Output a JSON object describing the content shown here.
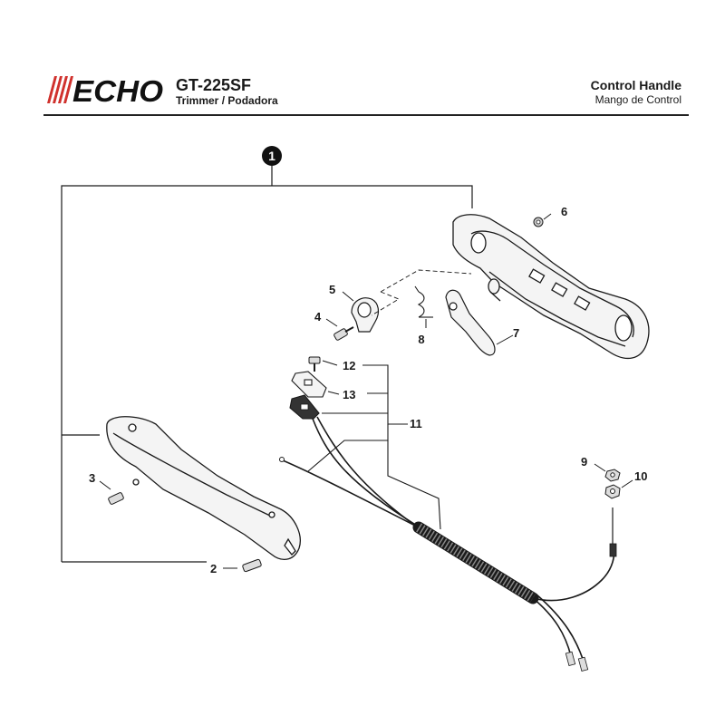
{
  "header": {
    "brand": "ECHO",
    "model": "GT-225SF",
    "subtitle": "Trimmer / Podadora",
    "title": "Control Handle",
    "title_es": "Mango de Control"
  },
  "colors": {
    "brand_red": "#d0312d",
    "ink": "#1a1a1a",
    "part_fill": "#f4f4f4"
  },
  "callouts": [
    {
      "id": "1"
    },
    {
      "id": "2"
    },
    {
      "id": "3"
    },
    {
      "id": "4"
    },
    {
      "id": "5"
    },
    {
      "id": "6"
    },
    {
      "id": "7"
    },
    {
      "id": "8"
    },
    {
      "id": "9"
    },
    {
      "id": "10"
    },
    {
      "id": "11"
    },
    {
      "id": "12"
    },
    {
      "id": "13"
    }
  ]
}
